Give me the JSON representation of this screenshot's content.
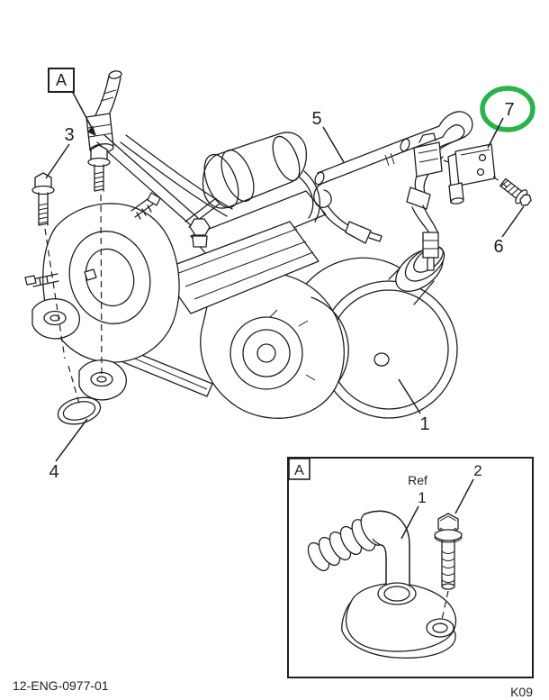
{
  "figure": {
    "figure_code": "12-ENG-0977-01",
    "page_code": "K09"
  },
  "colors": {
    "line": "#1f1f1f",
    "highlight_green": "#2bb24c",
    "background": "#ffffff"
  },
  "callouts": {
    "view_a": "A",
    "item1": "1",
    "item3": "3",
    "item4": "4",
    "item5": "5",
    "item6": "6",
    "item7": "7"
  },
  "inset": {
    "view_label": "A",
    "ref_label": "Ref",
    "ref_item": "1",
    "item2": "2"
  }
}
